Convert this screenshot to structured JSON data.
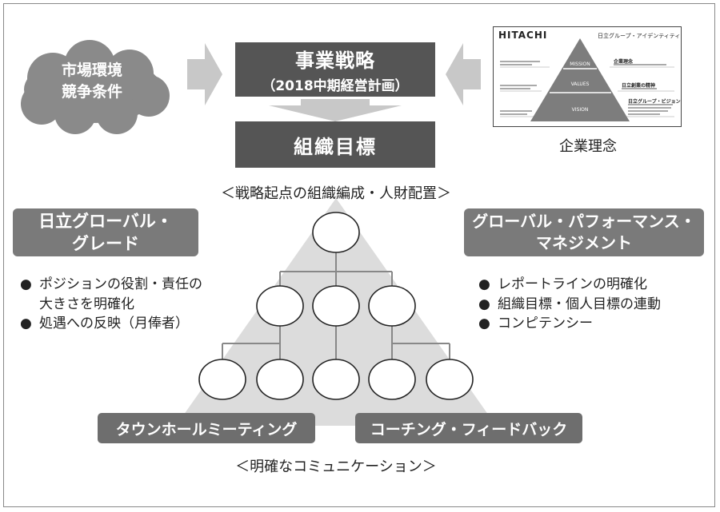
{
  "cloud": {
    "line1": "市場環境",
    "line2": "競争条件"
  },
  "strategy": {
    "title": "事業戦略",
    "subtitle": "（2018中期経営計画）"
  },
  "goal": {
    "title": "組織目標"
  },
  "philosophy": {
    "caption": "企業理念",
    "logo": "HITACHI",
    "header": "日立グループ・アイデンティティ",
    "levels": [
      "MISSION",
      "VALUES",
      "VISION"
    ],
    "mission_label": "企業理念",
    "values_label": "日立創業の精神",
    "vision_label": "日立グループ・ビジョン"
  },
  "org_caption": "＜戦略起点の組織編成・人財配置＞",
  "left_box": {
    "line1": "日立グローバル・",
    "line2": "グレード"
  },
  "left_bullets": [
    "ポジションの役割・責任の",
    "処遇への反映（月俸者）"
  ],
  "left_bullet_continuation": "大きさを明確化",
  "right_box": {
    "line1": "グローバル・パフォーマンス・",
    "line2": "マネジメント"
  },
  "right_bullets": [
    "レポートラインの明確化",
    "組織目標・個人目標の連動",
    "コンピテンシー"
  ],
  "bottom_left": "タウンホールミーティング",
  "bottom_right": "コーチング・フィードバック",
  "comm_caption": "＜明確なコミュニケーション＞",
  "colors": {
    "dark_box": "#555555",
    "side_box": "#7a7a7a",
    "pyramid": "#dcdcdc",
    "cloud": "#8a8a8a",
    "arrow": "#c8c8c8"
  }
}
